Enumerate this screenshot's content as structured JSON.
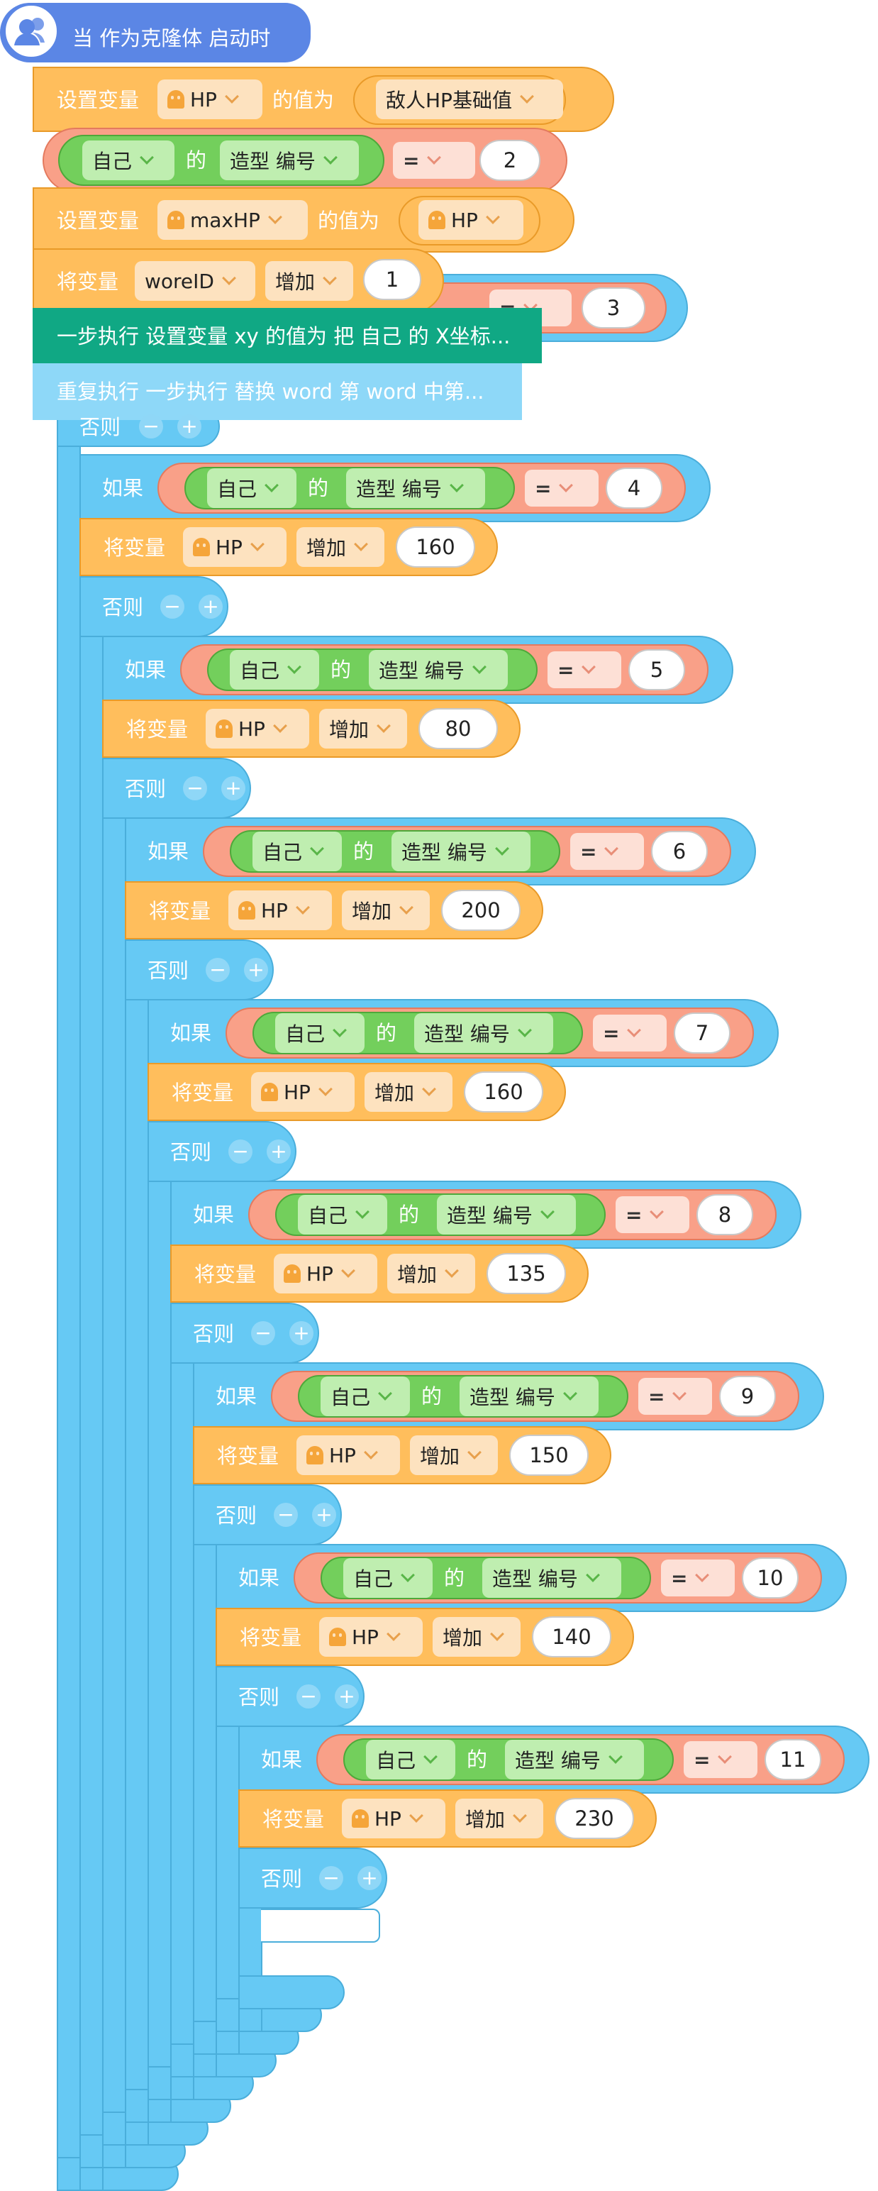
{
  "hat": {
    "label": "当 作为克隆体 启动时",
    "icon": "user-clone-icon"
  },
  "header_blocks": {
    "set_hp": {
      "label": "设置变量",
      "var": "HP",
      "value_word": "的值为",
      "value": "敌人HP基础值"
    },
    "compare_2": {
      "sprite": "自己",
      "of": "的",
      "prop": "造型 编号",
      "op": "=",
      "value": "2"
    },
    "set_maxhp": {
      "label": "设置变量",
      "var": "maxHP",
      "value_word": "的值为",
      "value": "HP"
    },
    "add_woreid": {
      "label": "将变量",
      "var": "woreID",
      "op": "增加",
      "value": "1"
    },
    "compare_3": {
      "op": "=",
      "value": "3"
    },
    "step_exec_1": "一步执行 设置变量 xy 的值为 把 自己 的 X坐标...",
    "repeat_exec": "重复执行 一步执行 替换 word 第 word 中第..."
  },
  "if_label": "如果",
  "else_label": "否则",
  "of_label": "的",
  "sprite_self": "自己",
  "prop_costume": "造型 编号",
  "eq": "=",
  "add_label": "将变量",
  "add_op": "增加",
  "var_hp": "HP",
  "minus": "−",
  "plus": "+",
  "first_else": "否则",
  "branches": [
    {
      "cond": "4",
      "amount": "160"
    },
    {
      "cond": "5",
      "amount": "80"
    },
    {
      "cond": "6",
      "amount": "200"
    },
    {
      "cond": "7",
      "amount": "160"
    },
    {
      "cond": "8",
      "amount": "135"
    },
    {
      "cond": "9",
      "amount": "150"
    },
    {
      "cond": "10",
      "amount": "140"
    },
    {
      "cond": "11",
      "amount": "230"
    }
  ],
  "colors": {
    "control_blue": "#66c9f4",
    "variable_orange": "#ffbe5c",
    "operator_salmon": "#f9a088",
    "sensing_green": "#73cf5c",
    "event_hat": "#5b86e5",
    "step_teal": "#10a884"
  }
}
